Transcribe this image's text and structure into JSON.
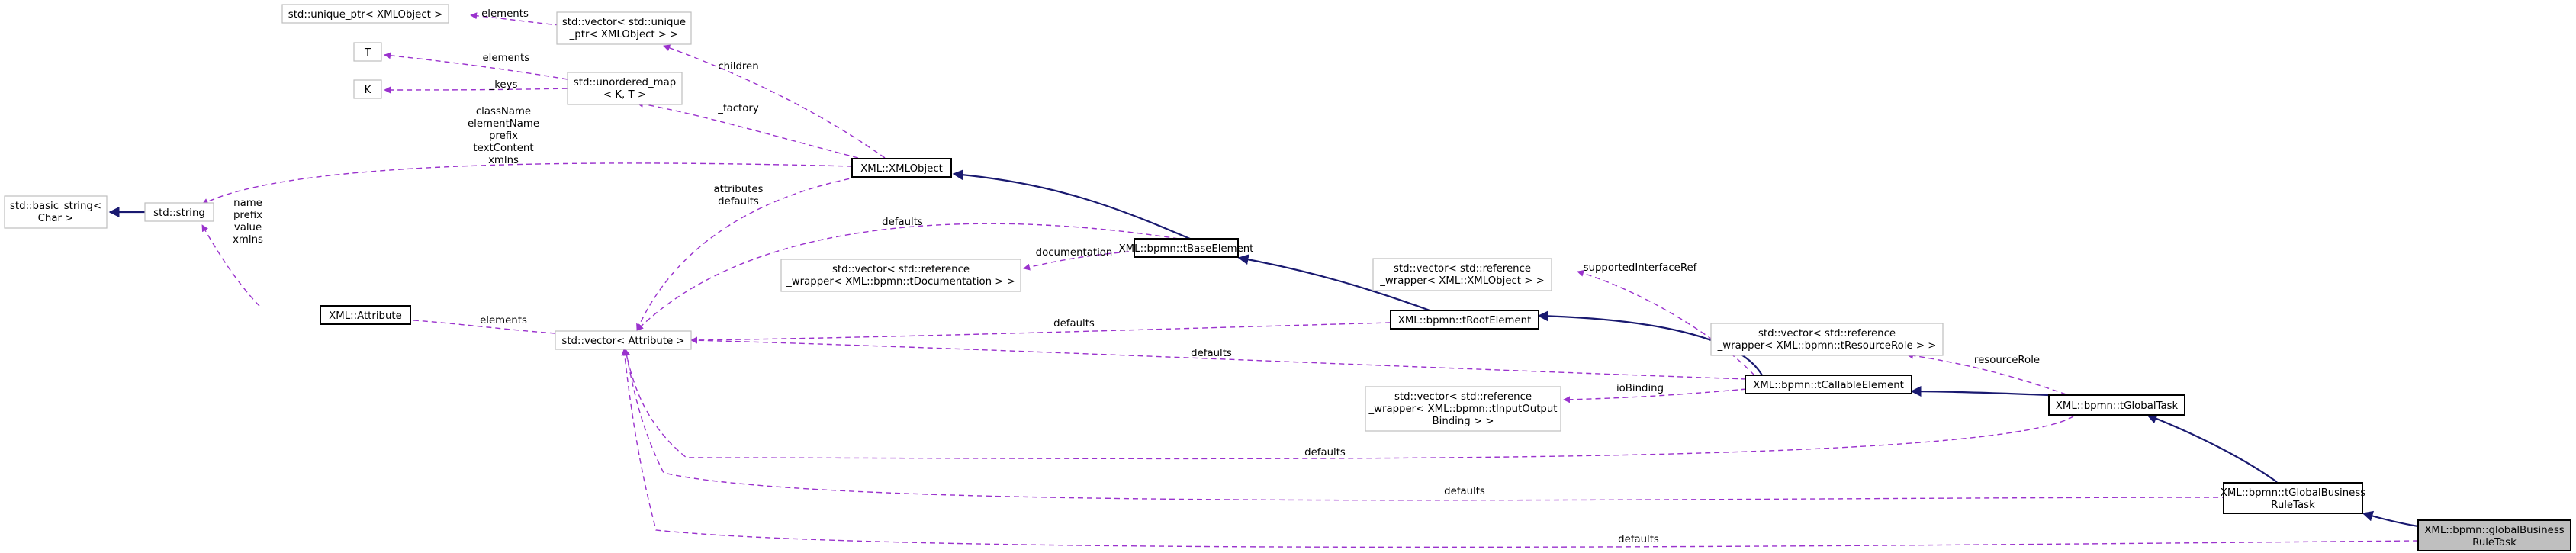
{
  "colors": {
    "usage_edge": "#9a32cd",
    "inheritance_edge": "#191970",
    "focus_fill": "#bfbfbf",
    "gray_border": "#bfbfbf"
  },
  "nodes": {
    "unique_ptr": {
      "lines": [
        "std::unique_ptr< XMLObject >"
      ]
    },
    "vector_unique": {
      "lines": [
        "std::vector< std::unique",
        "_ptr< XMLObject > >"
      ]
    },
    "t": {
      "lines": [
        "T"
      ]
    },
    "k": {
      "lines": [
        "K"
      ]
    },
    "unordered_map": {
      "lines": [
        "std::unordered_map",
        "< K, T >"
      ]
    },
    "basic_string": {
      "lines": [
        "std::basic_string<",
        "Char >"
      ]
    },
    "string": {
      "lines": [
        "std::string"
      ]
    },
    "xmlobject": {
      "lines": [
        "XML::XMLObject"
      ]
    },
    "attribute": {
      "lines": [
        "XML::Attribute"
      ]
    },
    "vector_attribute": {
      "lines": [
        "std::vector< Attribute >"
      ]
    },
    "vector_documentation": {
      "lines": [
        "std::vector< std::reference",
        "_wrapper< XML::bpmn::tDocumentation > >"
      ]
    },
    "tbaseelement": {
      "lines": [
        "XML::bpmn::tBaseElement"
      ]
    },
    "vector_xmlobject_ref": {
      "lines": [
        "std::vector< std::reference",
        "_wrapper< XML::XMLObject > >"
      ]
    },
    "trootelement": {
      "lines": [
        "XML::bpmn::tRootElement"
      ]
    },
    "vector_resourcerole": {
      "lines": [
        "std::vector< std::reference",
        "_wrapper< XML::bpmn::tResourceRole > >"
      ]
    },
    "tcallableelement": {
      "lines": [
        "XML::bpmn::tCallableElement"
      ]
    },
    "vector_iobinding": {
      "lines": [
        "std::vector< std::reference",
        "_wrapper< XML::bpmn::tInputOutput",
        "Binding > >"
      ]
    },
    "tglobaltask": {
      "lines": [
        "XML::bpmn::tGlobalTask"
      ]
    },
    "tglobalbusinessruletask": {
      "lines": [
        "XML::bpmn::tGlobalBusiness",
        "RuleTask"
      ]
    },
    "globalbusinessruletask": {
      "lines": [
        "XML::bpmn::globalBusiness",
        "RuleTask"
      ]
    }
  },
  "edge_labels": {
    "elements_unique": [
      "elements"
    ],
    "children": [
      "children"
    ],
    "elements_t": [
      "_elements"
    ],
    "keys": [
      "_keys"
    ],
    "factory": [
      "_factory"
    ],
    "xmlobject_strings": [
      "className",
      "elementName",
      "prefix",
      "textContent",
      "xmlns"
    ],
    "attribute_strings": [
      "name",
      "prefix",
      "value",
      "xmlns"
    ],
    "attributes_defaults": [
      "attributes",
      "defaults"
    ],
    "defaults_base": [
      "defaults"
    ],
    "documentation": [
      "documentation"
    ],
    "elements_attr": [
      "elements"
    ],
    "defaults_root": [
      "defaults"
    ],
    "defaults_callable": [
      "defaults"
    ],
    "supported_interface": [
      "supportedInterfaceRef"
    ],
    "resource_role": [
      "resourceRole"
    ],
    "io_binding": [
      "ioBinding"
    ],
    "defaults_task": [
      "defaults"
    ],
    "defaults_business": [
      "defaults"
    ],
    "defaults_global": [
      "defaults"
    ]
  }
}
